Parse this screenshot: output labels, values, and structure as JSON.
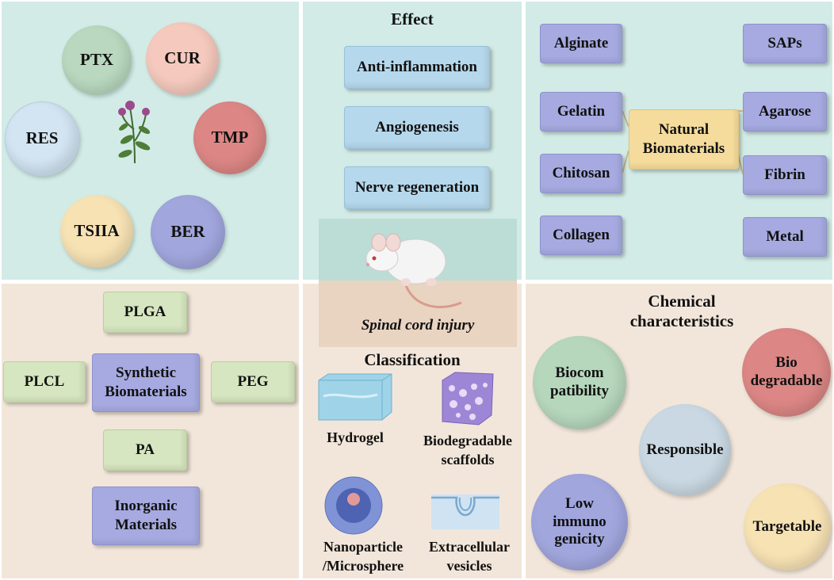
{
  "herbal": {
    "ptx": "PTX",
    "cur": "CUR",
    "res": "RES",
    "tmp": "TMP",
    "tsiia": "TSIIA",
    "ber": "BER"
  },
  "effect": {
    "title": "Effect",
    "items": [
      "Anti-inflammation",
      "Angiogenesis",
      "Nerve regeneration"
    ]
  },
  "center": {
    "injury": "Spinal cord injury"
  },
  "natural": {
    "center": "Natural\nBiomaterials",
    "left": [
      "Alginate",
      "Gelatin",
      "Chitosan",
      "Collagen"
    ],
    "right": [
      "SAPs",
      "Agarose",
      "Fibrin",
      "Metal"
    ]
  },
  "synthetic": {
    "center": "Synthetic\nBiomaterials",
    "plga": "PLGA",
    "plcl": "PLCL",
    "peg": "PEG",
    "pa": "PA",
    "inorganic": "Inorganic\nMaterials"
  },
  "classification": {
    "title": "Classification",
    "hydrogel": "Hydrogel",
    "scaffolds": "Biodegradable\nscaffolds",
    "nano": "Nanoparticle\n/Microsphere",
    "vesicles": "Extracellular\nvesicles"
  },
  "chemical": {
    "title": "Chemical\ncharacteristics",
    "biocompat": "Biocom\npatibility",
    "biodeg": "Bio\ndegradable",
    "responsible": "Responsible",
    "lowimmuno": "Low\nimmuno\ngenicity",
    "targetable": "Targetable"
  },
  "colors": {
    "top_bg": "#d2ebe6",
    "bottom_bg": "#f2e6da",
    "purple": "#a6aae0",
    "green": "#d6e6c0",
    "blue": "#b6d8ec",
    "yellow": "#f5dc9c"
  }
}
